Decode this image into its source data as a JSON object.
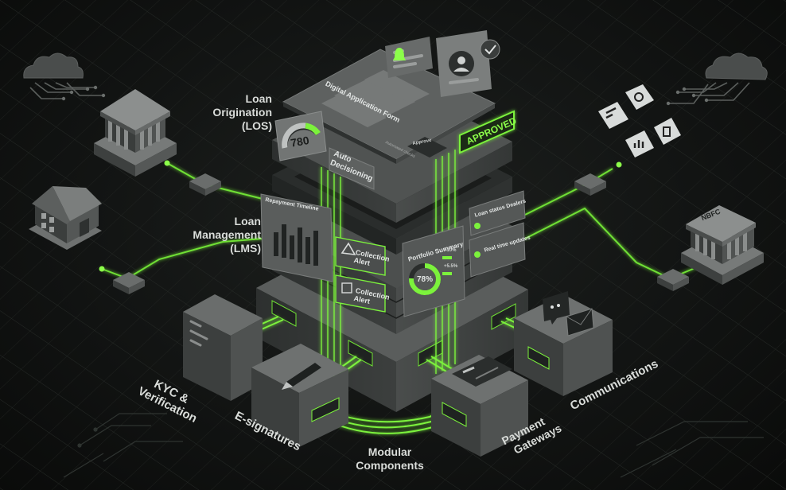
{
  "labels": {
    "los_line1": "Loan",
    "los_line2": "Origination",
    "los_line3": "(LOS)",
    "lms_line1": "Loan",
    "lms_line2": "Management",
    "lms_line3": "(LMS)",
    "kyc_line1": "KYC &",
    "kyc_line2": "Verification",
    "esign": "E-signatures",
    "modular_line1": "Modular",
    "modular_line2": "Components",
    "payment_line1": "Payment",
    "payment_line2": "Gateways",
    "communications": "Communications"
  },
  "los_panel": {
    "title": "Digital Application Form",
    "credit_score": "780",
    "auto_line1": "Auto",
    "auto_line2": "Decisioning",
    "approved": "APPROVED",
    "submit_button": "Approve",
    "checkbox_label": "Automated checks"
  },
  "lms_panel": {
    "repayment_title": "Repayment Timeline",
    "alert1_line1": "Collection",
    "alert1_line2": "Alert",
    "alert2_line1": "Collection",
    "alert2_line2": "Alert",
    "portfolio_title": "Portfolio Summary",
    "portfolio_percent": "78%",
    "delta1": "+10%",
    "delta2": "+5.5%",
    "right_item1": "Loan status Dealers",
    "right_item2": "Real time updates"
  },
  "nbfc_label": "NBFC",
  "colors": {
    "accent_green": "#7cf23c",
    "panel_gray": "#3a3d3c",
    "label_text": "#d9dcd9"
  },
  "icons": [
    "cloud-icon",
    "bank-icon",
    "house-icon",
    "server-icon",
    "pen-icon",
    "card-icon",
    "chat-icon",
    "mail-icon",
    "user-icon",
    "bell-icon",
    "checkmark-icon",
    "warning-icon",
    "calendar-icon",
    "app-icon"
  ]
}
